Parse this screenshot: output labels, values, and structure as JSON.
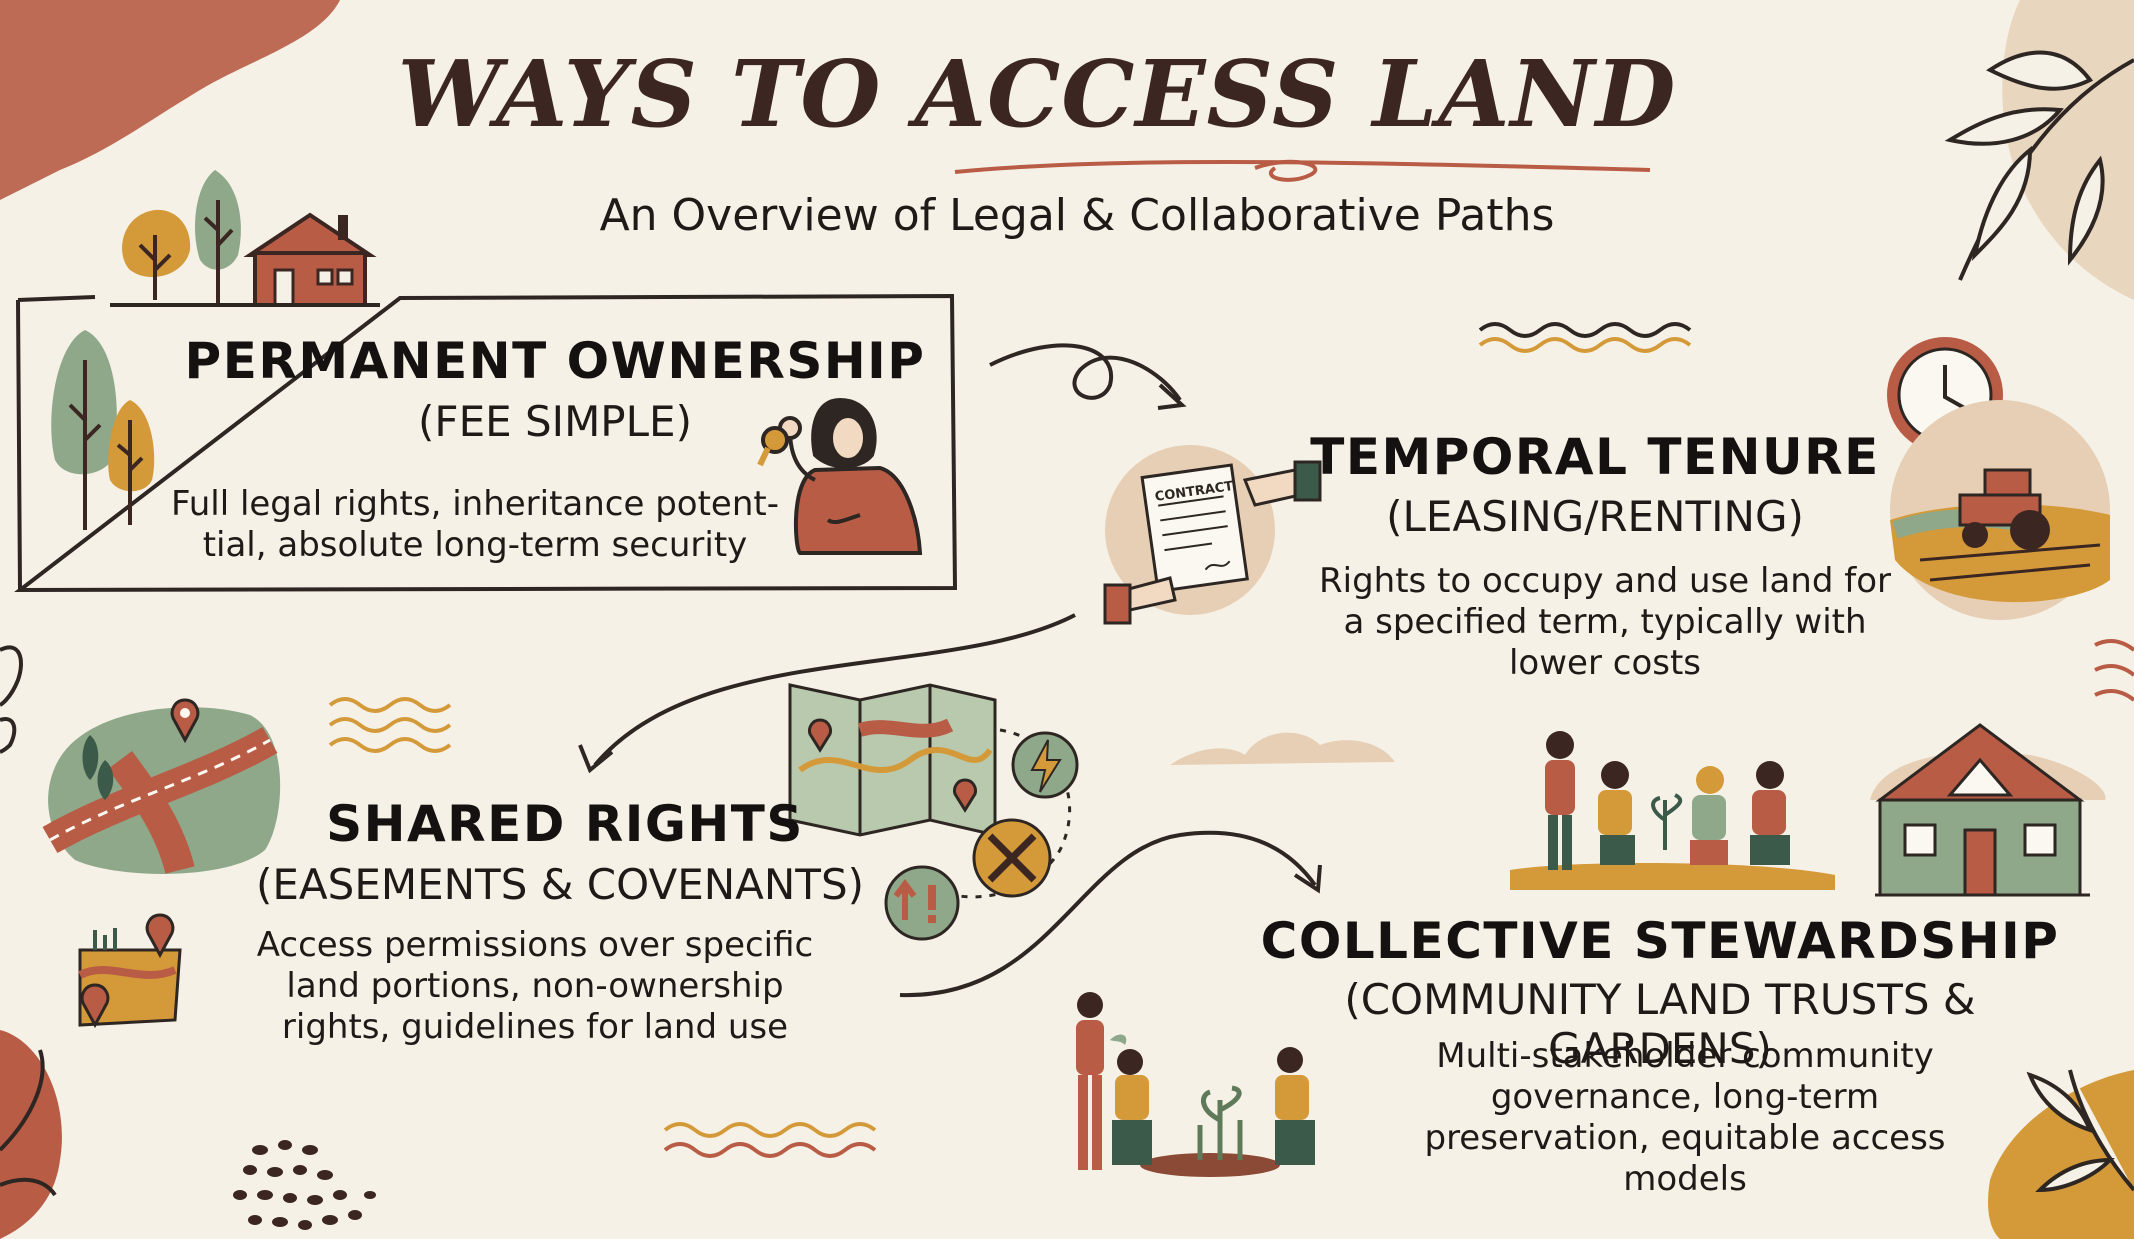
{
  "title": "WAYS TO ACCESS LAND",
  "subtitle": "An Overview of Legal & Collaborative Paths",
  "colors": {
    "background": "#f6f1e6",
    "terracotta": "#b85c45",
    "sage": "#8fa88a",
    "mustard": "#d49a3a",
    "dark_brown": "#3b2622",
    "sand": "#e6cfb4"
  },
  "sections": {
    "permanent": {
      "heading": "PERMANENT OWNERSHIP",
      "subheading": "(FEE SIMPLE)",
      "description_lines": [
        "Full legal rights, inheritance potent-",
        "tial, absolute long-term security"
      ]
    },
    "temporal": {
      "heading": "TEMPORAL TENURE",
      "subheading": "(LEASING/RENTING)",
      "description_lines": [
        "Rights to occupy and use land for",
        "a specified term, typically with",
        "lower costs"
      ],
      "contract_label": "CONTRACT"
    },
    "shared": {
      "heading": "SHARED RIGHTS",
      "subheading": "(EASEMENTS & COVENANTS)",
      "description_lines": [
        "Access permissions over specific",
        "land portions, non-ownership",
        "rights, guidelines for land use"
      ]
    },
    "collective": {
      "heading": "COLLECTIVE STEWARDSHIP",
      "subheading": "(COMMUNITY LAND TRUSTS & GARDENS)",
      "description_lines": [
        "Multi-stakeholder community",
        "governance, long-term",
        "preservation, equitable access",
        "models"
      ]
    }
  },
  "icons": [
    "house-with-trees-icon",
    "woman-holding-key-icon",
    "handshake-contract-icon",
    "clock-icon",
    "tractor-field-icon",
    "crossroads-map-icon",
    "folded-map-icon",
    "lightning-icon",
    "tools-icon",
    "exclamation-icon",
    "community-gardeners-icon",
    "community-house-icon",
    "people-planting-icon"
  ]
}
